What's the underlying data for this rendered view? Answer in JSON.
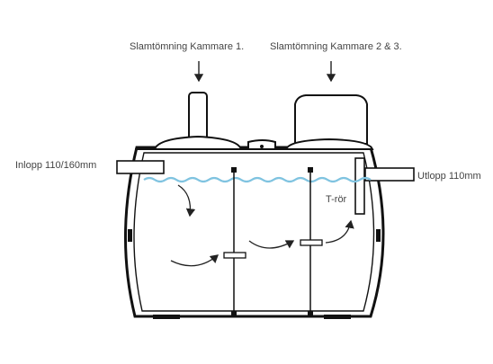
{
  "labels": {
    "top_left": "Slamtömning Kammare 1.",
    "top_right": "Slamtömning Kammare 2 & 3.",
    "inlet": "Inlopp 110/160mm",
    "outlet": "Utlopp 110mm",
    "t_pipe": "T-rör"
  },
  "colors": {
    "outline": "#111111",
    "water": "#7fc3e0",
    "flow_arrow": "#222222",
    "text": "#444444"
  }
}
